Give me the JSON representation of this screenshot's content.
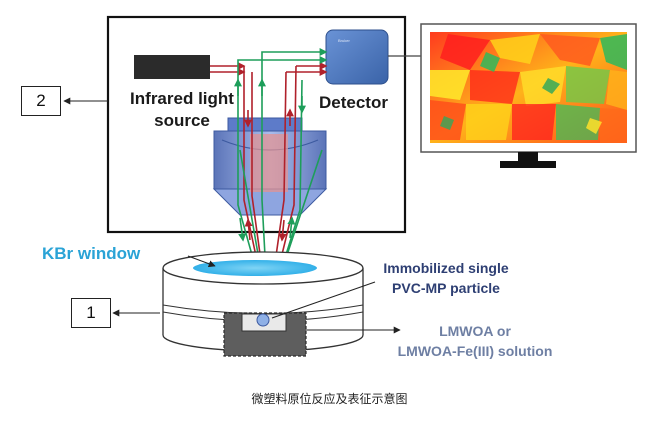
{
  "labels": {
    "box_2": "2",
    "box_1": "1",
    "source_line1": "Infrared light",
    "source_line2": "source",
    "detector": "Detector",
    "detector_device_text": "Bruker",
    "kbr_window": "KBr window",
    "particle_line1": "Immobilized single",
    "particle_line2": "PVC-MP particle",
    "solution_line1": "LMWOA or",
    "solution_line2": "LMWOA-Fe(III) solution",
    "caption": "微塑料原位反应及表征示意图"
  },
  "icons": {
    "monitor": "monitor-icon",
    "detector": "detector-box-icon",
    "source": "ir-source-icon",
    "objective": "objective-lens-icon",
    "cell": "reaction-cell-icon"
  },
  "colors": {
    "red_beam": "#b0212b",
    "green_beam": "#1e9e5a",
    "kbr_text": "#2aa3d6",
    "particle_text": "#2e3f73",
    "solution_text": "#6e7fa3",
    "detector_blue": "#4a78c0",
    "lens_blue": "#7b96d8"
  }
}
